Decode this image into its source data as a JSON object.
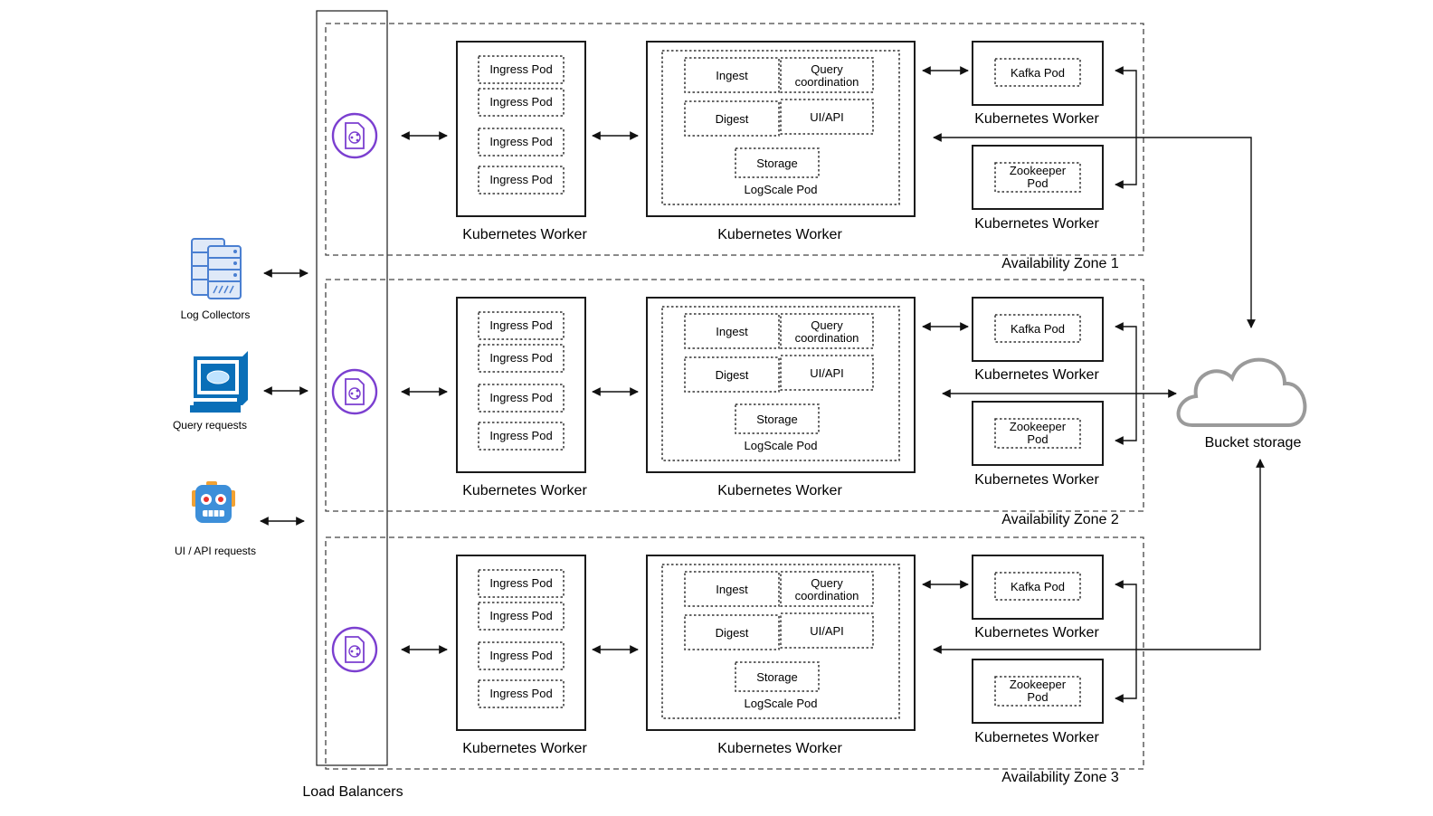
{
  "sources": [
    {
      "id": "log-collectors",
      "label": "Log Collectors",
      "icon": "server-rack-icon"
    },
    {
      "id": "query-requests",
      "label": "Query requests",
      "icon": "computer-terminal-icon"
    },
    {
      "id": "ui-api-requests",
      "label": "UI / API requests",
      "icon": "robot-icon"
    }
  ],
  "load_balancers_label": "Load Balancers",
  "load_balancer_icon": "load-balancer-icon",
  "zones": [
    {
      "label": "Availability Zone 1",
      "ingress_worker": {
        "label": "Kubernetes Worker",
        "pods": [
          "Ingress Pod",
          "Ingress Pod",
          "Ingress Pod",
          "Ingress Pod"
        ]
      },
      "logscale_worker": {
        "label": "Kubernetes Worker",
        "pod_label": "LogScale Pod",
        "components": {
          "ingest": "Ingest",
          "query": "Query\ncoordination",
          "digest": "Digest",
          "uiapi": "UI/API",
          "storage": "Storage"
        }
      },
      "kafka_worker": {
        "label": "Kubernetes Worker",
        "pod": "Kafka Pod"
      },
      "zookeeper_worker": {
        "label": "Kubernetes Worker",
        "pod": "Zookeeper\nPod"
      }
    },
    {
      "label": "Availability Zone 2",
      "ingress_worker": {
        "label": "Kubernetes Worker",
        "pods": [
          "Ingress Pod",
          "Ingress Pod",
          "Ingress Pod",
          "Ingress Pod"
        ]
      },
      "logscale_worker": {
        "label": "Kubernetes Worker",
        "pod_label": "LogScale Pod",
        "components": {
          "ingest": "Ingest",
          "query": "Query\ncoordination",
          "digest": "Digest",
          "uiapi": "UI/API",
          "storage": "Storage"
        }
      },
      "kafka_worker": {
        "label": "Kubernetes Worker",
        "pod": "Kafka Pod"
      },
      "zookeeper_worker": {
        "label": "Kubernetes Worker",
        "pod": "Zookeeper\nPod"
      }
    },
    {
      "label": "Availability Zone 3",
      "ingress_worker": {
        "label": "Kubernetes Worker",
        "pods": [
          "Ingress Pod",
          "Ingress Pod",
          "Ingress Pod",
          "Ingress Pod"
        ]
      },
      "logscale_worker": {
        "label": "Kubernetes Worker",
        "pod_label": "LogScale Pod",
        "components": {
          "ingest": "Ingest",
          "query": "Query\ncoordination",
          "digest": "Digest",
          "uiapi": "UI/API",
          "storage": "Storage"
        }
      },
      "kafka_worker": {
        "label": "Kubernetes Worker",
        "pod": "Kafka Pod"
      },
      "zookeeper_worker": {
        "label": "Kubernetes Worker",
        "pod": "Zookeeper\nPod"
      }
    }
  ],
  "bucket_storage": {
    "label": "Bucket storage",
    "icon": "cloud-icon"
  },
  "colors": {
    "load_balancer": "#7b3fd0",
    "server_blue": "#4a7fd1",
    "server_light": "#dfe9f8",
    "terminal_blue": "#0a6fb8",
    "robot_blue": "#3d8fd9",
    "robot_orange": "#f2a233",
    "cloud_stroke": "#9a9a9a"
  }
}
